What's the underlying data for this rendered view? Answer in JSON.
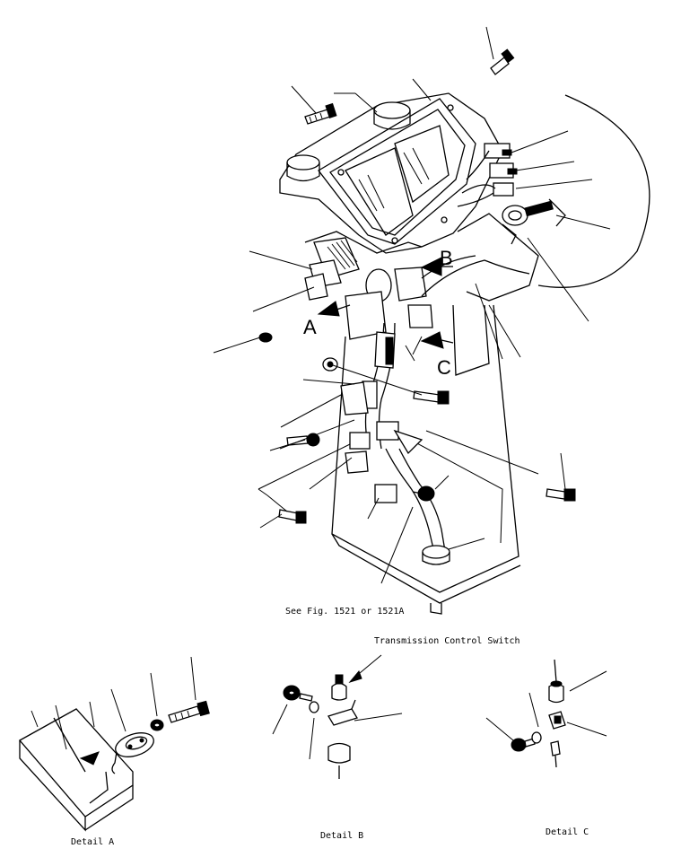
{
  "callouts": {
    "see_fig": "See Fig. 1521 or 1521A",
    "transmission_switch": "Transmission Control Switch"
  },
  "arrows": {
    "a": "A",
    "b": "B",
    "c": "C"
  },
  "details": {
    "a": "Detail A",
    "b": "Detail B",
    "c": "Detail C"
  },
  "colors": {
    "ink": "#000000",
    "paper": "#ffffff"
  }
}
